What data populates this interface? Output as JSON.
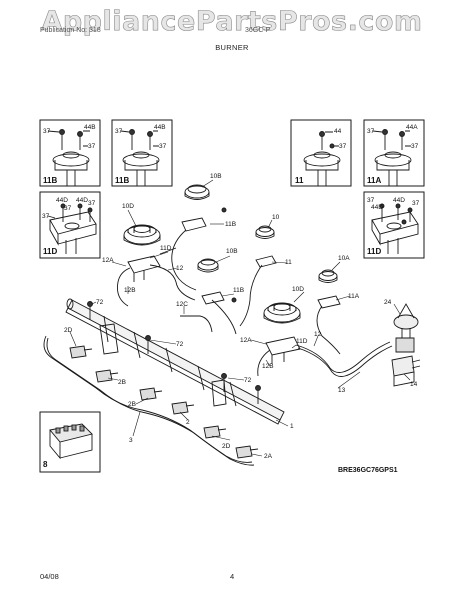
{
  "watermark": "AppliancePartsPros.com",
  "header": {
    "left": "Publication No: 318",
    "right": "36GC-P"
  },
  "title": "BURNER",
  "diagram_code": "BRE36GC76GPS1",
  "footer": {
    "date": "04/08",
    "page": "4"
  },
  "inset_labels": {
    "a": "11B",
    "b": "11B",
    "c": "11",
    "d": "11A",
    "e": "11D",
    "f": "11D",
    "g": "8"
  },
  "callouts": {
    "c37": "37",
    "c44": "44",
    "c44a": "44A",
    "c44b": "44B",
    "c44d": "44D",
    "c10": "10",
    "c10a": "10A",
    "c10b": "10B",
    "c10d": "10D",
    "c11": "11",
    "c11a": "11A",
    "c11b": "11B",
    "c11d": "11D",
    "c12": "12",
    "c12a": "12A",
    "c12b": "12B",
    "c12c": "12C",
    "c72": "72",
    "c2": "2",
    "c2a": "2A",
    "c2b": "2B",
    "c2d": "2D",
    "c1": "1",
    "c3": "3",
    "c13": "13",
    "c14": "14",
    "c24": "24"
  }
}
